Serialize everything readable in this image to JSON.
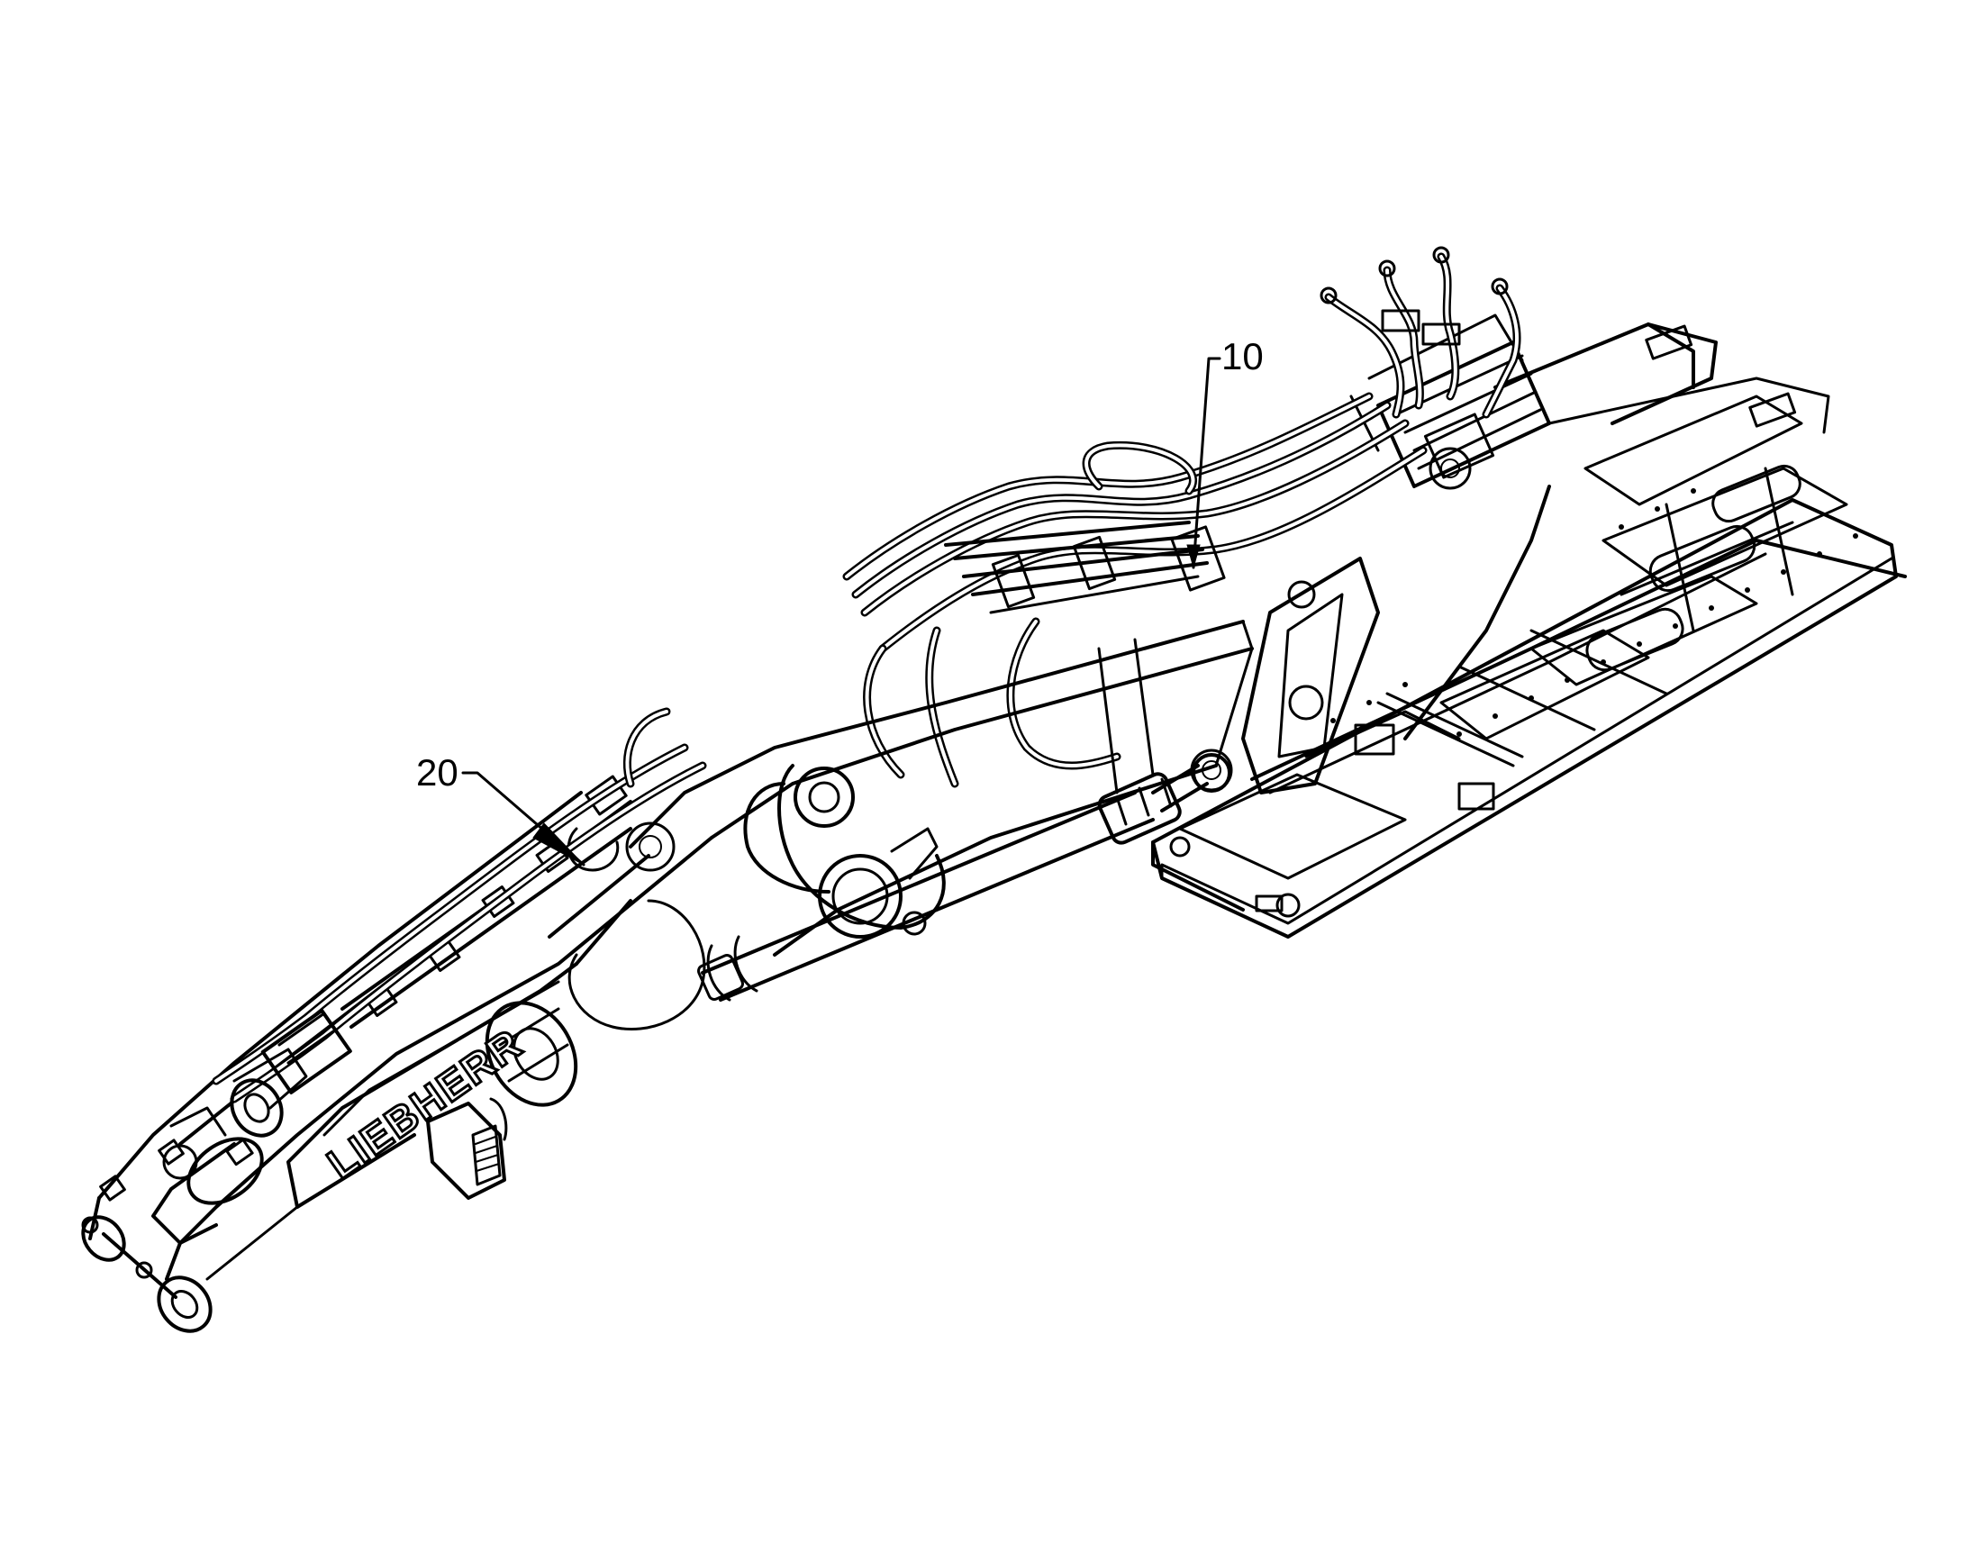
{
  "diagram": {
    "callouts": [
      {
        "id": "c10",
        "label": "10"
      },
      {
        "id": "c20",
        "label": "20"
      }
    ],
    "brand_text": "LIEBHERR",
    "line_color": "#000000",
    "background_color": "#ffffff"
  }
}
